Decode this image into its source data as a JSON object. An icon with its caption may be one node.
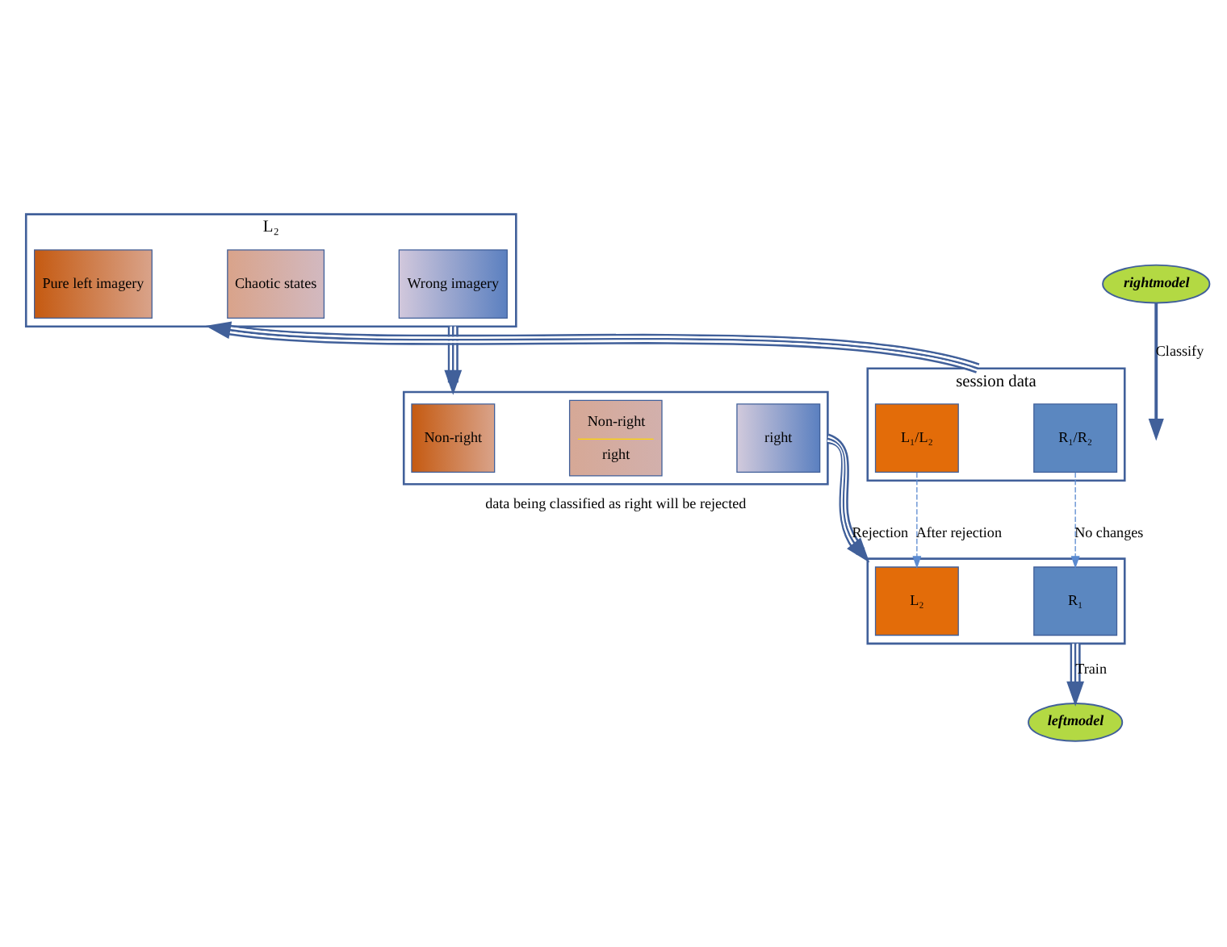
{
  "diagram": {
    "nodes": [
      {
        "text": [
          "L₂"
        ]
      },
      {
        "text": [
          "Pure left imagery"
        ],
        "in": 0
      },
      {
        "text": [
          "Chaotic states"
        ],
        "in": 0
      },
      {
        "text": [
          "Wrong imagery"
        ],
        "in": 0
      },
      {
        "text": [
          "session data"
        ]
      },
      {
        "text": [
          "L₁/L₂"
        ],
        "in": 4
      },
      {
        "text": [
          "R₁/R₂"
        ],
        "in": 4
      },
      {
        "text": [],
        "shape": "box"
      },
      {
        "text": [
          "L₂"
        ],
        "in": 7
      },
      {
        "text": [
          "R₁"
        ],
        "in": 7
      },
      {
        "text": [
          "rightmodel"
        ]
      },
      {
        "text": [],
        "shape": "box",
        "beside": [
          "data being classified as right will be rejected"
        ]
      },
      {
        "text": [
          "Non-right"
        ],
        "in": 11
      },
      {
        "text": [
          "Non-right",
          "right"
        ],
        "in": 11
      },
      {
        "text": [
          "right"
        ],
        "in": 11
      },
      {
        "text": [
          "leftmodel"
        ]
      }
    ],
    "edges": [
      {
        "from": 4,
        "to": 0,
        "arrow": "to"
      },
      {
        "from": 5,
        "to": 8,
        "arrow": "to",
        "label": "After rejection",
        "style": "dashed",
        "color": "#5b8ad0"
      },
      {
        "from": 6,
        "to": 9,
        "arrow": "to",
        "label": "No changes",
        "style": "dashed",
        "color": "#5b8ad0"
      },
      {
        "from": 10,
        "to": null,
        "arrow": "to",
        "label": "Classify"
      },
      {
        "from": 0,
        "to": 11,
        "arrow": "to"
      },
      {
        "from": 11,
        "to": 7,
        "arrow": "to",
        "label": "Rejection"
      },
      {
        "from": 7,
        "to": 15,
        "arrow": "to",
        "label": "Train"
      }
    ]
  }
}
